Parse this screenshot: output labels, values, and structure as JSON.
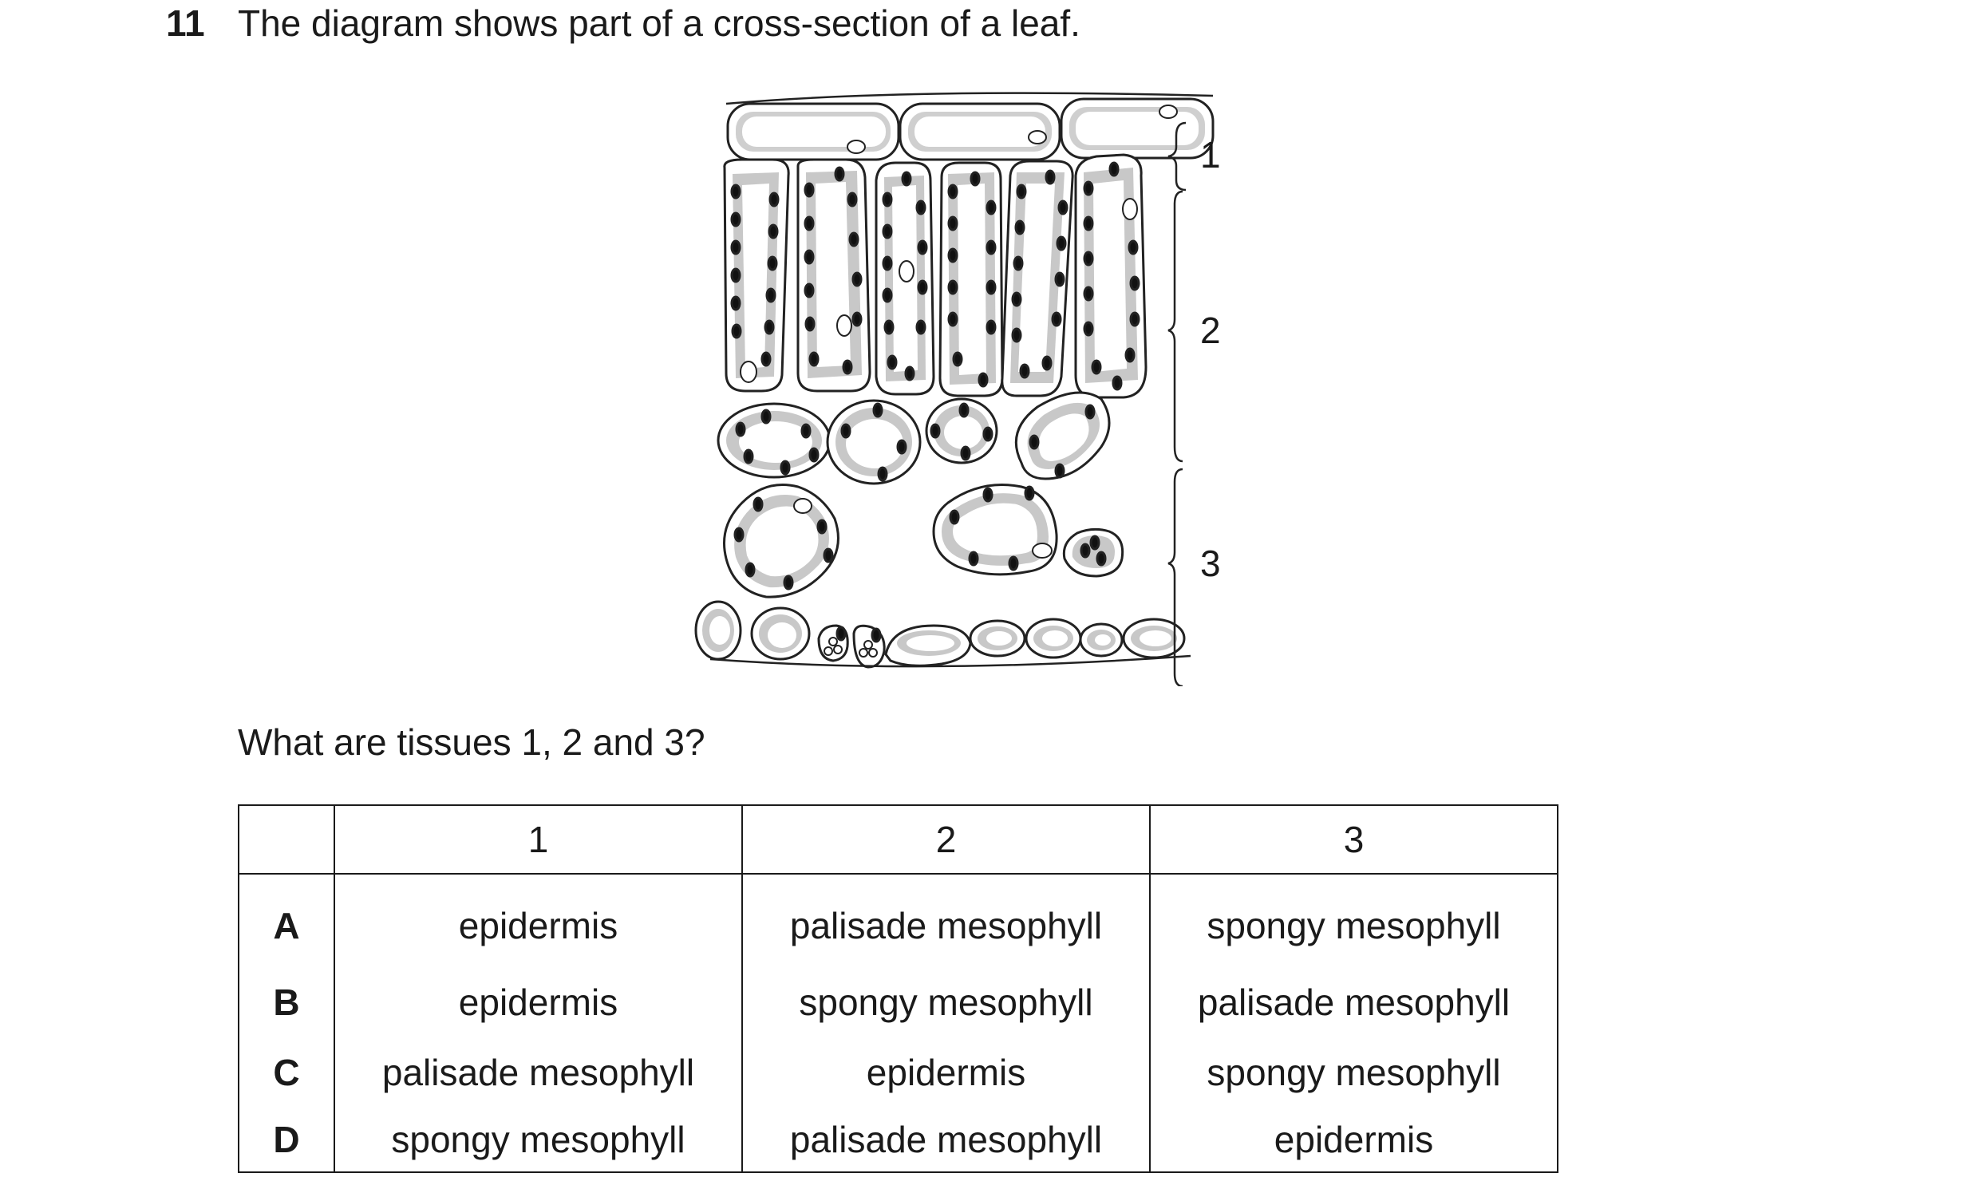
{
  "question": {
    "number": "11",
    "text": "The diagram shows part of a cross-section of a leaf.",
    "sub_question": "What are tissues 1, 2 and 3?"
  },
  "diagram": {
    "labels": [
      "1",
      "2",
      "3"
    ]
  },
  "table": {
    "header": [
      "",
      "1",
      "2",
      "3"
    ],
    "rows": [
      {
        "option": "A",
        "c1": "epidermis",
        "c2": "palisade mesophyll",
        "c3": "spongy mesophyll"
      },
      {
        "option": "B",
        "c1": "epidermis",
        "c2": "spongy mesophyll",
        "c3": "palisade mesophyll"
      },
      {
        "option": "C",
        "c1": "palisade mesophyll",
        "c2": "epidermis",
        "c3": "spongy mesophyll"
      },
      {
        "option": "D",
        "c1": "spongy mesophyll",
        "c2": "palisade mesophyll",
        "c3": "epidermis"
      }
    ]
  }
}
